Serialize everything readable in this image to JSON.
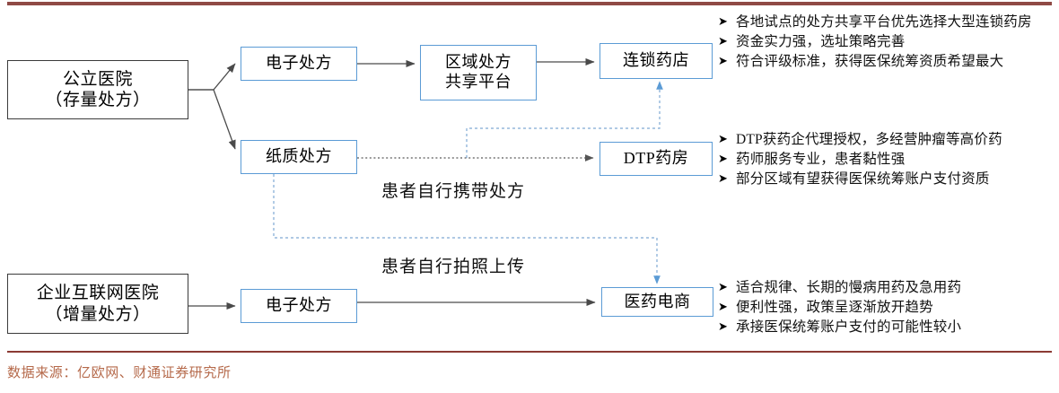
{
  "figure": {
    "nodes": {
      "public_hospital": "公立医院\n（存量处方）",
      "eprescription_top": "电子处方",
      "regional_platform": "区域处方\n共享平台",
      "chain_pharmacy": "连锁药店",
      "paper_prescription": "纸质处方",
      "dtp_pharmacy": "DTP药房",
      "internet_hospital": "企业互联网医院\n（增量处方）",
      "eprescription_bottom": "电子处方",
      "ecommerce": "医药电商"
    },
    "edge_labels": {
      "carry_prescription": "患者自行携带处方",
      "photo_upload": "患者自行拍照上传"
    },
    "bullet_marker": "➤",
    "bullets": {
      "chain_pharmacy": [
        "各地试点的处方共享平台优先选择大型连锁药房",
        "资金实力强，选址策略完善",
        "符合评级标准，获得医保统筹资质希望最大"
      ],
      "dtp_pharmacy": [
        "DTP获药企代理授权，多经营肿瘤等高价药",
        "药师服务专业，患者黏性强",
        "部分区域有望获得医保统筹账户支付资质"
      ],
      "ecommerce": [
        "适合规律、长期的慢病用药及急用药",
        "便利性强，政策呈逐渐放开趋势",
        "承接医保统筹账户支付的可能性较小"
      ]
    },
    "footer": {
      "source_note": "数据来源：亿欧网、财通证券研究所"
    },
    "colors": {
      "accent_bar": "#8f4a45",
      "footer_rule": "#8b3a34",
      "footer_text": "#b5694a",
      "blue_border": "#5b9bd5",
      "dark_border": "#3b3b3b",
      "solid_arrow": "#595959",
      "blue_connector": "#7fa9d4"
    }
  }
}
